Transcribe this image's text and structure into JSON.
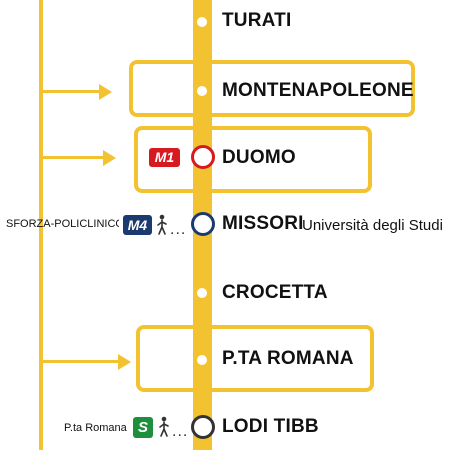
{
  "colors": {
    "line": "#F2C230",
    "m1": "#D71920",
    "m4": "#1B3A70",
    "suburban": "#1E8F3C",
    "stop_ring_default": "#333333"
  },
  "stations": {
    "turati": "TURATI",
    "montenapoleone": "MONTENAPOLEONE",
    "duomo": "DUOMO",
    "missori": "MISSORI",
    "missori_sub": "Università degli Studi",
    "crocetta": "CROCETTA",
    "porta_romana": "P.TA ROMANA",
    "lodi": "LODI TIBB"
  },
  "interchanges": {
    "m1_badge": "M1",
    "m4_badge": "M4",
    "s_badge": "S",
    "sforza_label": "SFORZA-POLICLINICO",
    "pta_romana_label": "P.ta Romana",
    "walk_dots": "..."
  },
  "icons": {
    "walk": "walking-person-icon"
  }
}
